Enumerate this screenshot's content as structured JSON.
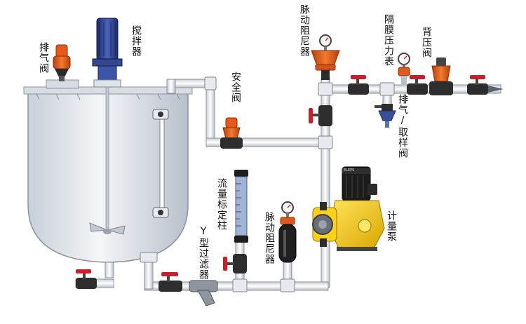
{
  "labels": {
    "vent_valve": "排气阀",
    "mixer": "搅拌器",
    "safety_valve": "安全阀",
    "pulsation_damper_top": "脉动阻尼器",
    "diaphragm_gauge": "隔膜压力表",
    "back_pressure_valve": "背压阀",
    "vent_sampling_valve": "排气/取样阀",
    "flow_calibration_column": "流量标定柱",
    "pulsation_damper_bottom": "脉动阻尼器",
    "y_filter": "Y型过滤器",
    "metering_pump": "计量泵"
  },
  "pump_brand": "ELEPS",
  "colors": {
    "pipe": "#eef1f4",
    "tank": "#dfe4ea",
    "valve_orange": "#e8601c",
    "valve_red": "#c8202a",
    "pump_yellow": "#f2c300",
    "motor_blue": "#2b3f8c"
  }
}
